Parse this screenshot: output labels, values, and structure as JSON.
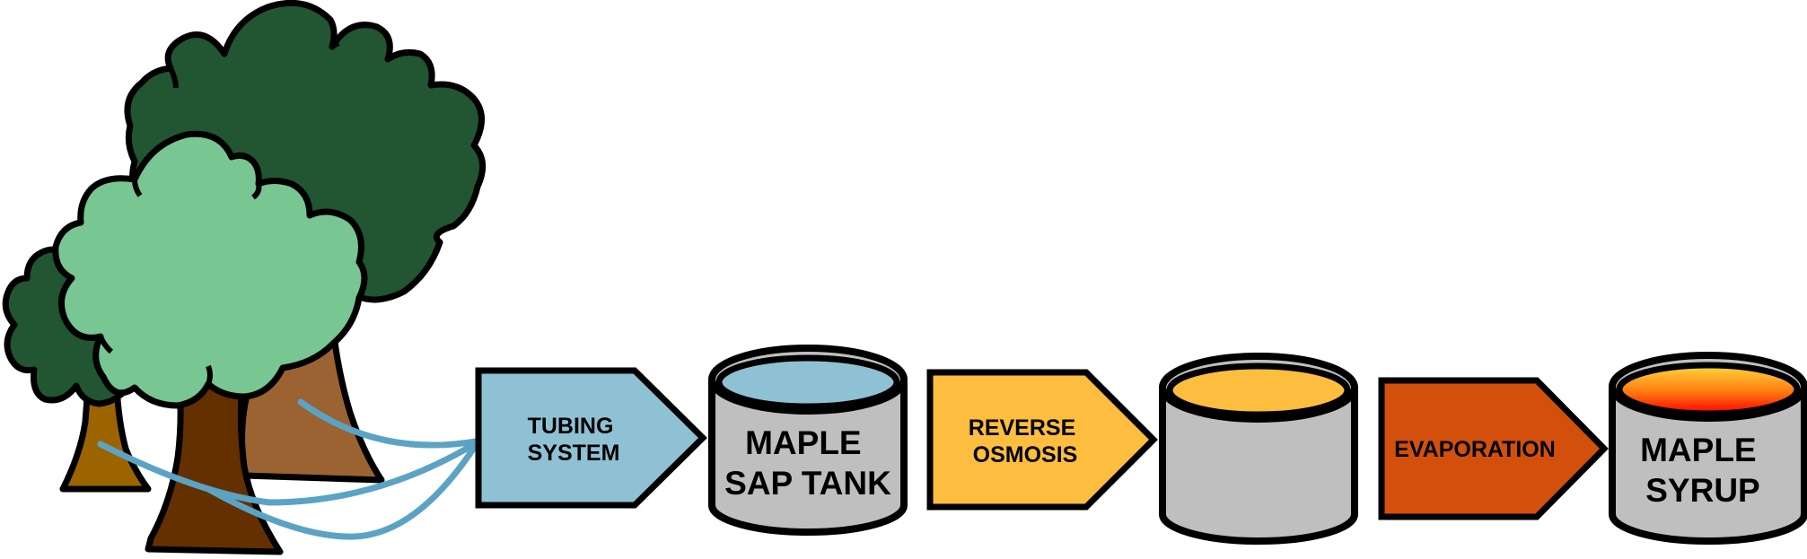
{
  "diagram": {
    "steps": [
      {
        "lines": [
          "TUBING",
          "SYSTEM"
        ],
        "color": "#8fc1d4"
      },
      {
        "lines": [
          "REVERSE",
          "OSMOSIS"
        ],
        "color": "#fdbd3f"
      },
      {
        "lines": [
          "EVAPORATION"
        ],
        "color": "#d3500c"
      }
    ],
    "tanks": [
      {
        "lines": [
          "MAPLE",
          "SAP TANK"
        ],
        "liquid": "sap",
        "top_color": "#8fc1d4"
      },
      {
        "lines": [],
        "liquid": "concentrate",
        "top_color": "#fdbd3f"
      },
      {
        "lines": [
          "MAPLE",
          "SYRUP"
        ],
        "liquid": "syrup",
        "top_color": "gradient #ffd23c → #ff0000"
      }
    ],
    "tank_body_color": "#bfbfbf",
    "tubing_color": "#5ba3c4",
    "trees": [
      {
        "name": "dark-tree",
        "canopy": "#225531",
        "trunk": "#9b6331"
      },
      {
        "name": "small-tree",
        "canopy": "#225531",
        "trunk": "#9c6400"
      },
      {
        "name": "light-tree",
        "canopy": "#78c691",
        "trunk": "#653000"
      }
    ]
  }
}
